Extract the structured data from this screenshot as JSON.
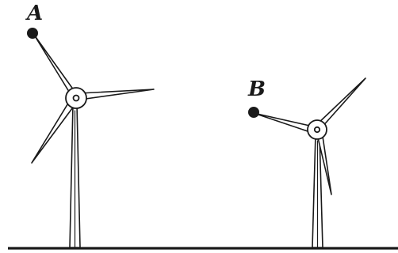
{
  "figure": {
    "points": [
      {
        "id": "A",
        "label": "A"
      },
      {
        "id": "B",
        "label": "B"
      }
    ],
    "turbines": [
      {
        "id": "turbine-a",
        "marked_point": "A"
      },
      {
        "id": "turbine-b",
        "marked_point": "B"
      }
    ],
    "colors": {
      "ink": "#1a1a1a",
      "background": "#ffffff"
    }
  }
}
